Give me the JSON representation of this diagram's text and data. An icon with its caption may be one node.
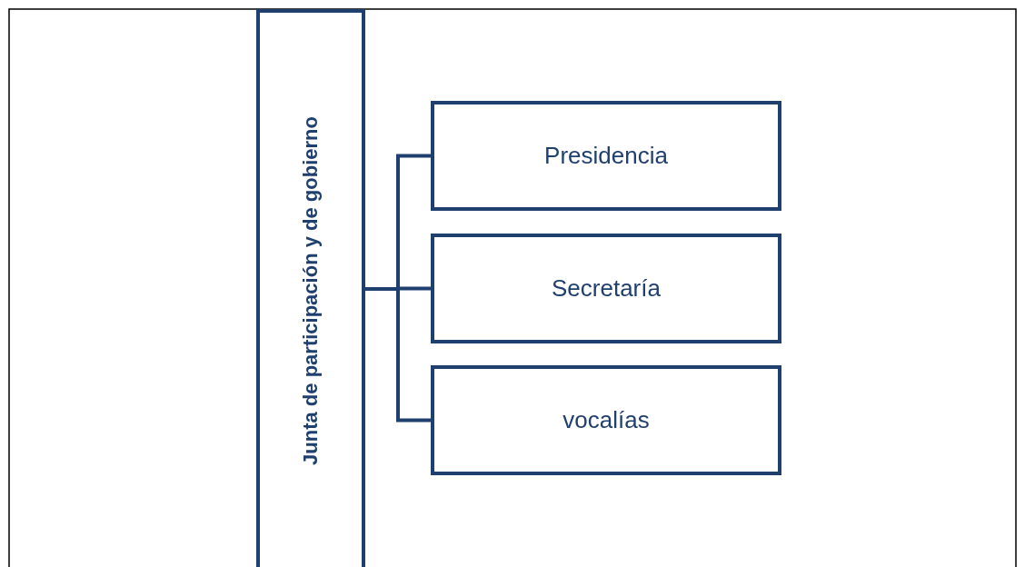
{
  "diagram": {
    "nodes": [
      {
        "text": [
          "Junta de participación y de gobierno"
        ]
      },
      {
        "text": [
          "Presidencia"
        ]
      },
      {
        "text": [
          "Secretaría"
        ]
      },
      {
        "text": [
          "vocalías"
        ]
      }
    ],
    "edges": [
      {
        "from": 0,
        "to": 1,
        "arrow": "none"
      },
      {
        "from": 0,
        "to": 2,
        "arrow": "none"
      },
      {
        "from": 0,
        "to": 3,
        "arrow": "none"
      }
    ]
  }
}
